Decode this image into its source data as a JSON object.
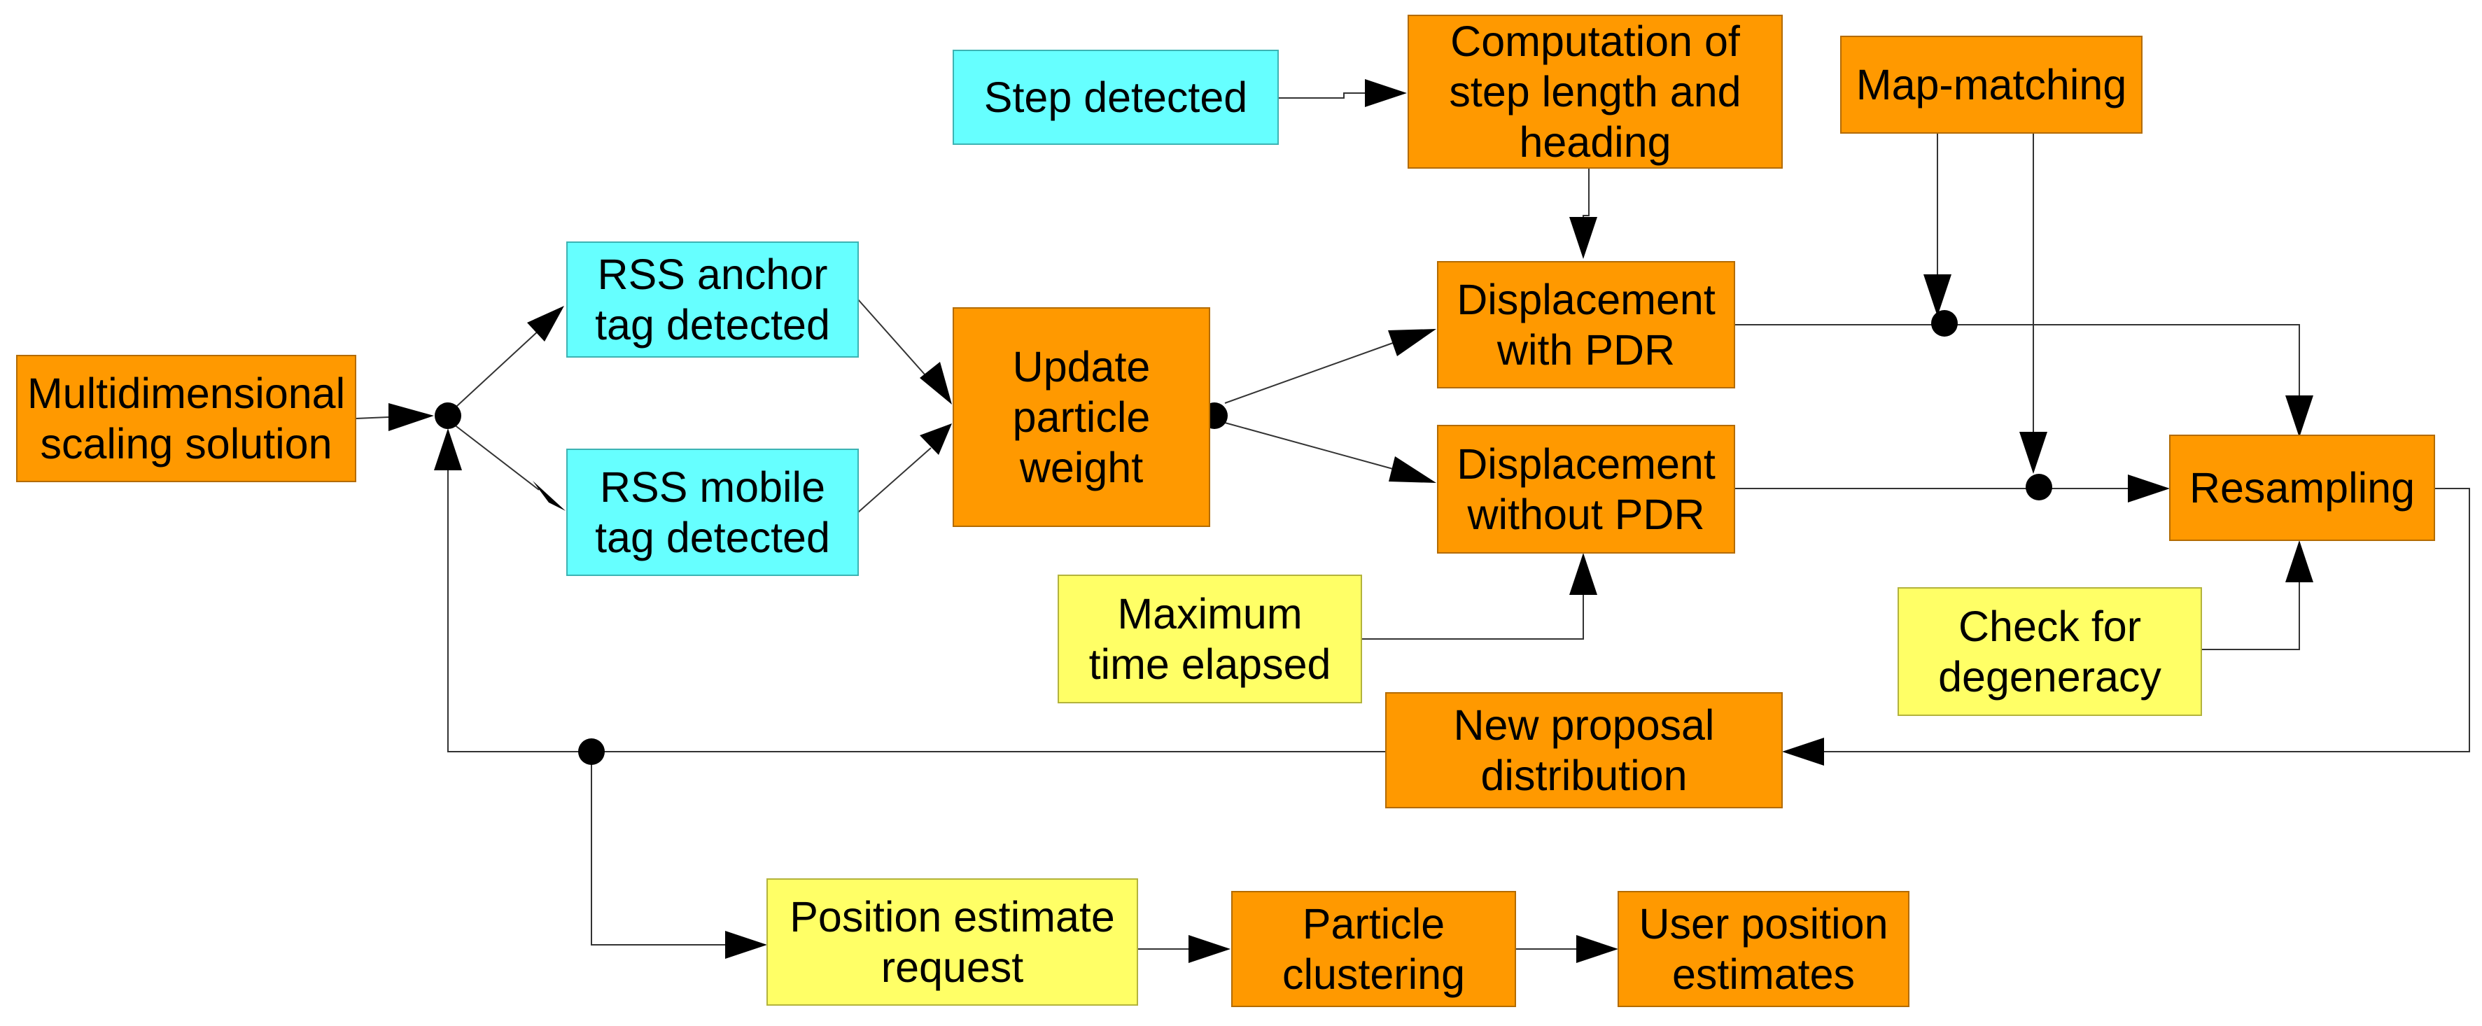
{
  "colors": {
    "process": "#FF9900",
    "process_border": "#B36B00",
    "event": "#66FFFF",
    "event_border": "#3CB3B3",
    "condition": "#FFFF66",
    "condition_border": "#B3B33C",
    "line": "#333333",
    "text": "#000000"
  },
  "nodes": {
    "mds": {
      "lines": [
        "Multidimensional",
        "scaling solution"
      ],
      "kind": "process"
    },
    "rss_anchor": {
      "lines": [
        "RSS anchor",
        "tag detected"
      ],
      "kind": "event"
    },
    "rss_mobile": {
      "lines": [
        "RSS mobile",
        "tag detected"
      ],
      "kind": "event"
    },
    "update_weight": {
      "lines": [
        "Update",
        "particle",
        "weight"
      ],
      "kind": "process"
    },
    "step_detected": {
      "lines": [
        "Step detected"
      ],
      "kind": "event"
    },
    "computation": {
      "lines": [
        "Computation of",
        "step length and",
        "heading"
      ],
      "kind": "process"
    },
    "map_matching": {
      "lines": [
        "Map-matching"
      ],
      "kind": "process"
    },
    "disp_pdr": {
      "lines": [
        "Displacement",
        "with PDR"
      ],
      "kind": "process"
    },
    "disp_no_pdr": {
      "lines": [
        "Displacement",
        "without PDR"
      ],
      "kind": "process"
    },
    "max_time": {
      "lines": [
        "Maximum",
        "time elapsed"
      ],
      "kind": "condition"
    },
    "resampling": {
      "lines": [
        "Resampling"
      ],
      "kind": "process"
    },
    "degeneracy": {
      "lines": [
        "Check for",
        "degeneracy"
      ],
      "kind": "condition"
    },
    "new_proposal": {
      "lines": [
        "New proposal",
        "distribution"
      ],
      "kind": "process"
    },
    "pos_request": {
      "lines": [
        "Position estimate",
        "request"
      ],
      "kind": "condition"
    },
    "clustering": {
      "lines": [
        "Particle",
        "clustering"
      ],
      "kind": "process"
    },
    "user_estimates": {
      "lines": [
        "User position",
        "estimates"
      ],
      "kind": "process"
    }
  }
}
